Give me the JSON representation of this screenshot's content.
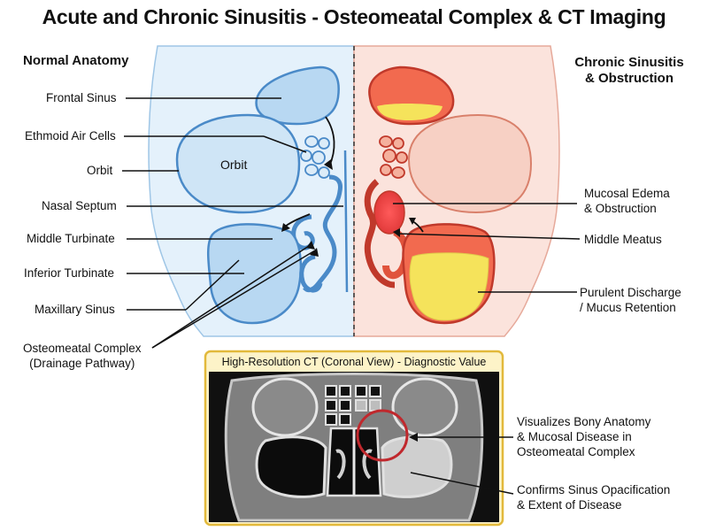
{
  "title": "Acute and Chronic Sinusitis - Osteomeatal Complex & CT Imaging",
  "left_header": "Normal Anatomy",
  "right_header": {
    "line1": "Chronic Sinusitis",
    "line2": "& Obstruction"
  },
  "left_labels": {
    "frontal_sinus": "Frontal Sinus",
    "ethmoid_air_cells": "Ethmoid Air Cells",
    "orbit": "Orbit",
    "nasal_septum": "Nasal Septum",
    "middle_turbinate": "Middle Turbinate",
    "inferior_turbinate": "Inferior Turbinate",
    "maxillary_sinus": "Maxillary Sinus",
    "omc_line1": "Osteomeatal Complex",
    "omc_line2": "(Drainage Pathway)"
  },
  "orbit_inner_label": "Orbit",
  "right_labels": {
    "edema_line1": "Mucosal Edema",
    "edema_line2": "& Obstruction",
    "middle_meatus": "Middle Meatus",
    "purulent_line1": "Purulent Discharge",
    "purulent_line2": "/ Mucus Retention"
  },
  "ct": {
    "title": "High-Resolution CT (Coronal View) - Diagnostic Value",
    "label1_line1": "Visualizes Bony Anatomy",
    "label1_line2": "& Mucosal Disease in",
    "label1_line3": "Osteomeatal Complex",
    "label2_line1": "Confirms Sinus Opacification",
    "label2_line2": "& Extent of Disease"
  },
  "colors": {
    "normal_fill": "#b8d8f2",
    "normal_stroke": "#4a8ac8",
    "normal_bg": "#e4f1fb",
    "inflamed_fill": "#f26a4f",
    "inflamed_bg": "#fbe3dc",
    "inflamed_stroke": "#c0392b",
    "pus": "#f5e35b",
    "ct_border": "#e2b93b",
    "ct_header_bg": "#fdf3c8",
    "highlight_circle": "#c0282d"
  }
}
